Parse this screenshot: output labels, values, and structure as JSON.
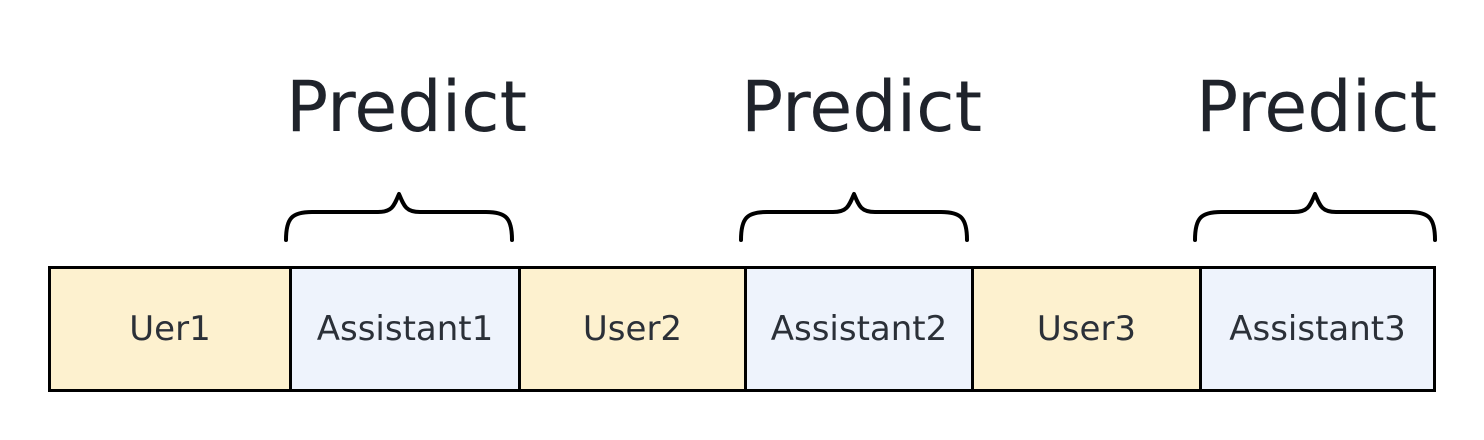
{
  "colors": {
    "user_fill": "#fdf1cf",
    "assistant_fill": "#eef3fc",
    "outline": "#000000",
    "text": "#1f232b"
  },
  "segments": [
    {
      "role": "user",
      "label": "Uer1"
    },
    {
      "role": "assistant",
      "label": "Assistant1"
    },
    {
      "role": "user",
      "label": "User2"
    },
    {
      "role": "assistant",
      "label": "Assistant2"
    },
    {
      "role": "user",
      "label": "User3"
    },
    {
      "role": "assistant",
      "label": "Assistant3"
    }
  ],
  "predict_labels": [
    "Predict",
    "Predict",
    "Predict"
  ]
}
